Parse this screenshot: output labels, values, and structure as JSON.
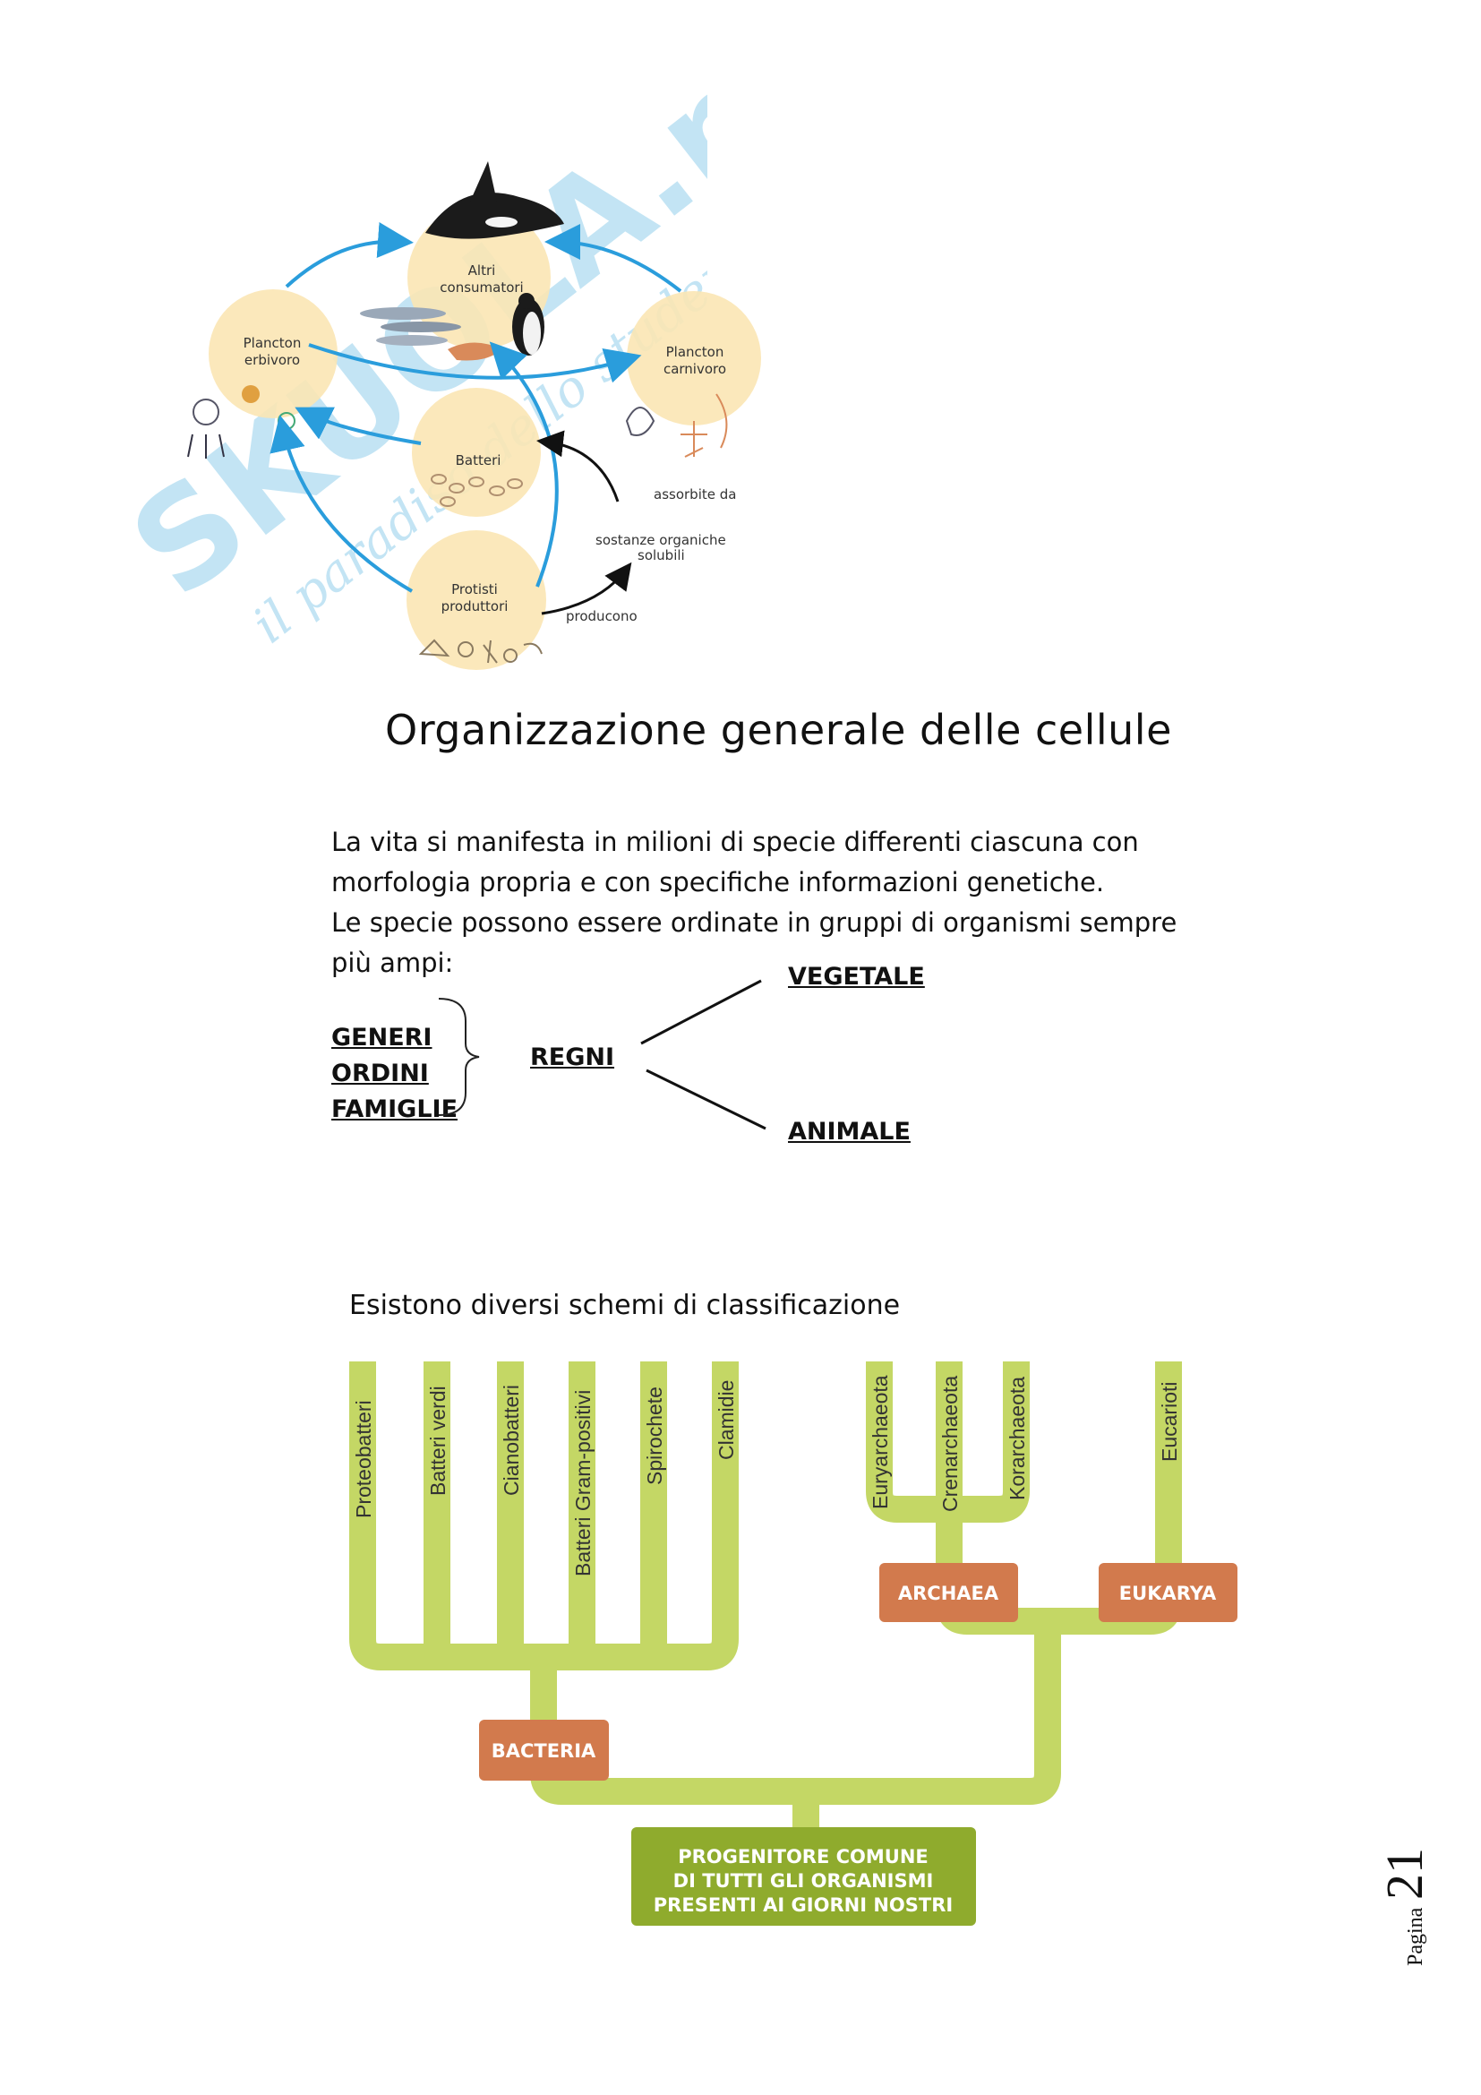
{
  "food_web": {
    "nodes": {
      "altri_consumatori": [
        "Altri",
        "consumatori"
      ],
      "plancton_erbivoro": [
        "Plancton",
        "erbivoro"
      ],
      "plancton_carnivoro": [
        "Plancton",
        "carnivoro"
      ],
      "batteri": [
        "Batteri"
      ],
      "protisti_produttori": [
        "Protisti",
        "produttori"
      ]
    },
    "flows": {
      "assorbite_da": "assorbite da",
      "sostanze": [
        "sostanze organiche",
        "solubili"
      ],
      "producono": "producono"
    }
  },
  "watermark": {
    "brand": "SKUOLA.net",
    "tagline": "il paradiso dello studente"
  },
  "title": "Organizzazione  generale delle cellule",
  "intro": [
    "La vita si manifesta in milioni di specie differenti ciascuna con",
    "morfologia propria e con specifiche informazioni genetiche.",
    "Le specie possono essere ordinate in gruppi di organismi sempre",
    "più ampi:"
  ],
  "hierarchy": {
    "groups": [
      "GENERI",
      "ORDINI",
      "FAMIGLIE"
    ],
    "regni": "REGNI",
    "vegetale": "VEGETALE",
    "animale": "ANIMALE"
  },
  "schema_caption": "Esistono diversi schemi di classificazione",
  "tree": {
    "bacteria_leaves": [
      "Proteobatteri",
      "Batteri verdi",
      "Cianobatteri",
      "Batteri Gram-positivi",
      "Spirochete",
      "Clamidie"
    ],
    "archaea_leaves": [
      "Euryarchaeota",
      "Crenarchaeota",
      "Korarchaeota"
    ],
    "eukarya_leaves": [
      "Eucarioti"
    ],
    "domains": {
      "bacteria": "BACTERIA",
      "archaea": "ARCHAEA",
      "eukarya": "EUKARYA"
    },
    "root": [
      "PROGENITORE COMUNE",
      "DI TUTTI GLI ORGANISMI",
      "PRESENTI AI GIORNI NOSTRI"
    ],
    "colors": {
      "branch": "#c4d765",
      "domain_box": "#d27a4d",
      "root_box": "#8fab2d"
    }
  },
  "footer": {
    "page_word": "Pagina",
    "page_number": "21"
  }
}
